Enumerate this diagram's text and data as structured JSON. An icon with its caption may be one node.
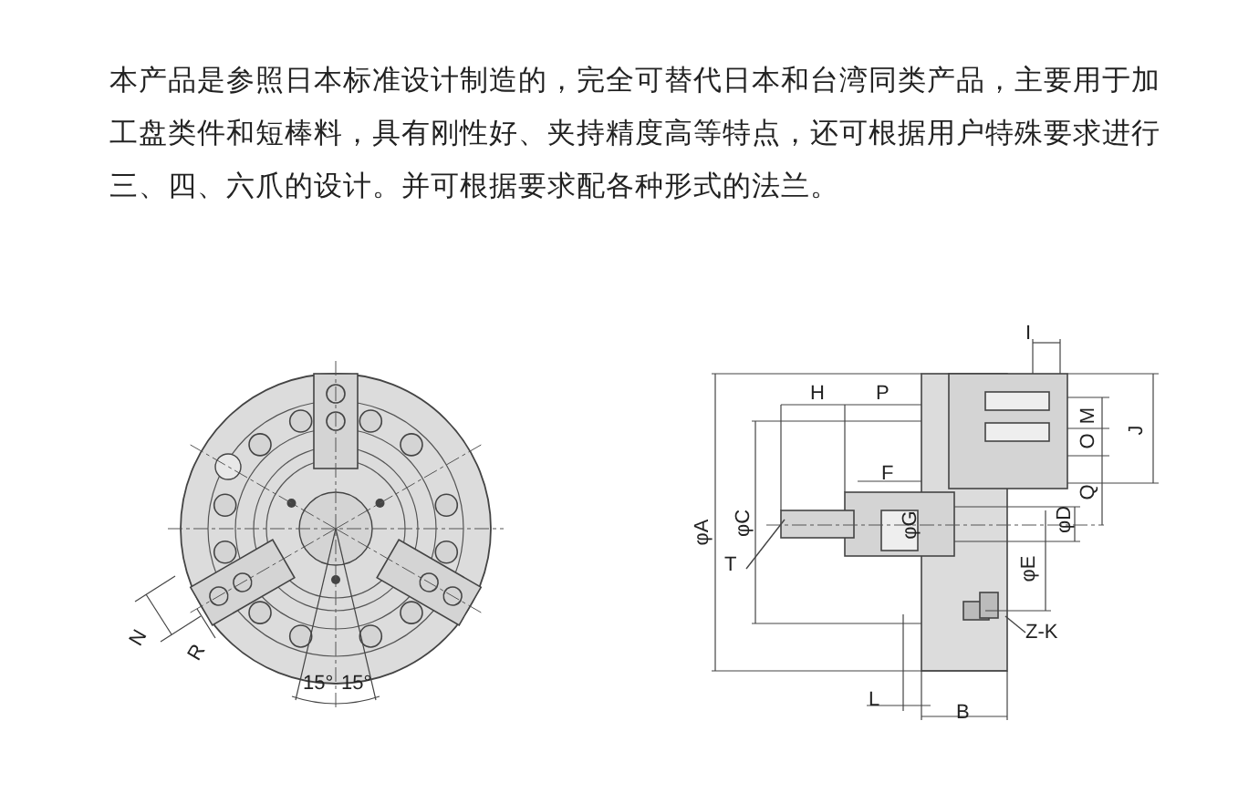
{
  "diagram": {
    "nodes": [
      {
        "text": [
          "T"
        ]
      },
      {
        "text": [
          "Z-K"
        ]
      }
    ],
    "edges": [
      {
        "from": 0,
        "to": null,
        "arrow": "none"
      },
      {
        "from": 1,
        "to": null,
        "arrow": "none"
      }
    ],
    "labels": [
      "本产品是参照日本标准设计制造的，完全可替代日本和台湾同类产品，主要用于加工盘类件和短棒料，具有刚性好、夹持精度高等特点，还可根据用户特殊要求进行三、四、六爪的设计。并可根据要求配各种形式的法兰。",
      "N",
      "R",
      "15°",
      "15°",
      "I",
      "H",
      "P",
      "M",
      "J",
      "O",
      "F",
      "Q",
      "φA",
      "φC",
      "φG",
      "φD",
      "φE",
      "L",
      "B"
    ]
  }
}
